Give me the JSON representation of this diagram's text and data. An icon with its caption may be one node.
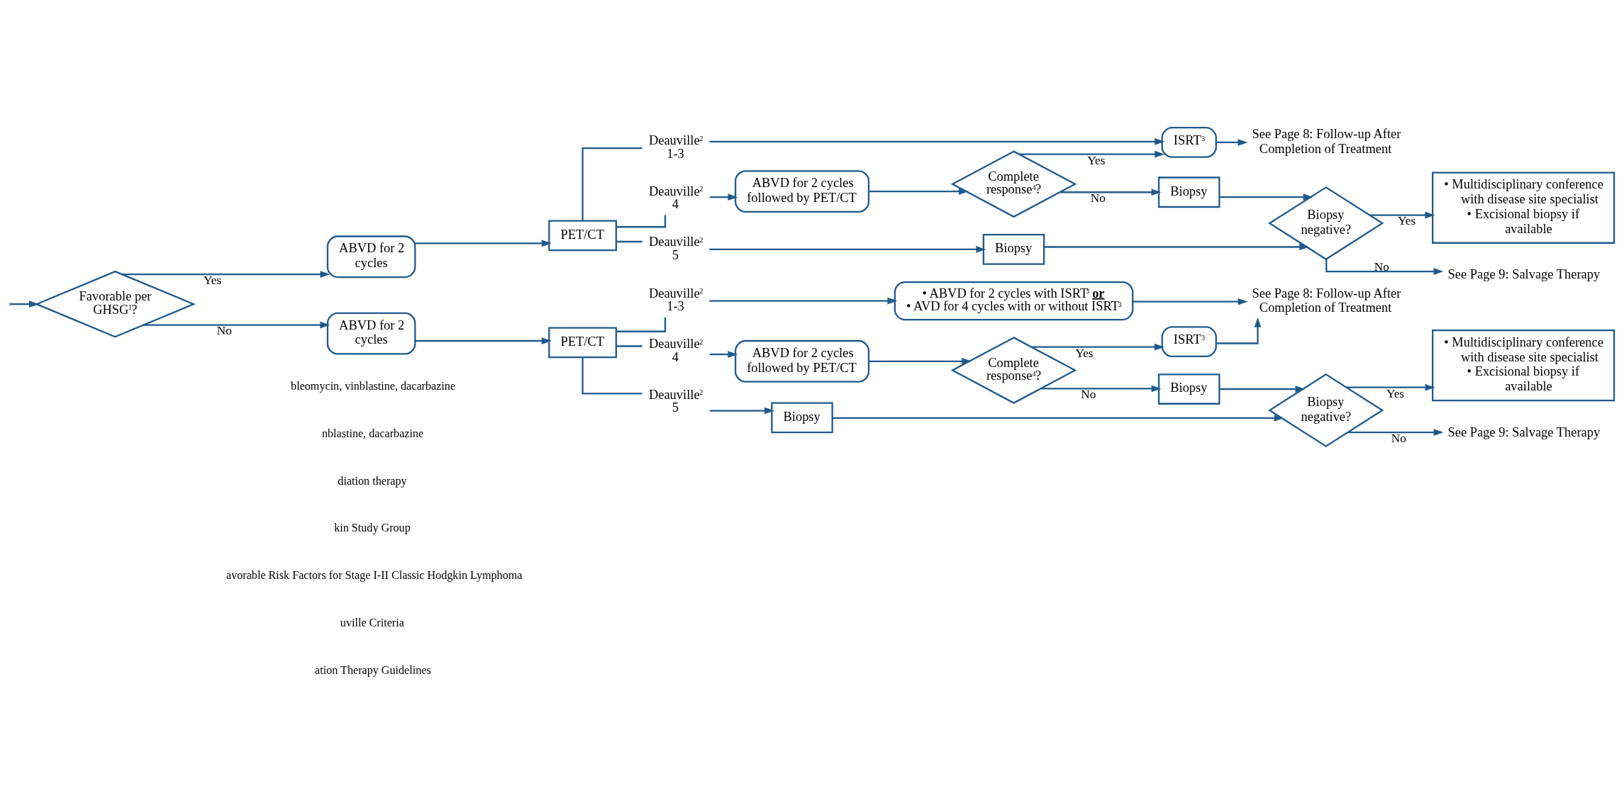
{
  "diagram": {
    "nodes": [
      {
        "text": [
          "Favorable per GHSG$^{1}$?"
        ]
      },
      {
        "text": [
          "ABVD for 2 cycles"
        ]
      },
      {
        "text": [
          "PET/CT"
        ]
      },
      {
        "text": [
          "Deauville$^{2}$ 1-3"
        ]
      },
      {
        "text": [
          "Deauville$^{2}$ 4"
        ]
      },
      {
        "text": [
          "Deauville$^{2}$ 5"
        ]
      },
      {
        "text": [
          "ISRT$^{3}$"
        ]
      },
      {
        "text": [
          "See Page 8: Follow-up After Completion of Treatment"
        ]
      },
      {
        "text": [
          "ABVD for 2 cycles followed by PET/CT"
        ]
      },
      {
        "text": [
          "Complete response$^{4}$?"
        ]
      },
      {
        "text": [
          "Biopsy"
        ]
      },
      {
        "text": [
          "Biopsy"
        ]
      },
      {
        "text": [
          "Biopsy negative?"
        ]
      },
      {
        "text": [
          "• Multidisciplinary conference with disease site specialist",
          "• Excisional biopsy if available"
        ]
      },
      {
        "text": [
          "See Page 9: Salvage Therapy"
        ]
      },
      {
        "text": [
          "ABVD for 2 cycles"
        ]
      },
      {
        "text": [
          "PET/CT"
        ]
      },
      {
        "text": [
          "Deauville$^{2}$ 1-3"
        ]
      },
      {
        "text": [
          "Deauville$^{2}$ 4"
        ]
      },
      {
        "text": [
          "Deauville$^{2}$ 5"
        ]
      },
      {
        "text": [
          "• ABVD for 2 cycles with ISRT$^{3}$ **or**",
          "• AVD for 4 cycles with or without ISRT$^{3}$"
        ]
      },
      {
        "text": [
          "See Page 8: Follow-up After Completion of Treatment"
        ]
      },
      {
        "text": [
          "ABVD for 2 cycles followed by PET/CT"
        ]
      },
      {
        "text": [
          "Complete response$^{4}$?"
        ]
      },
      {
        "text": [
          "ISRT$^{3}$"
        ]
      },
      {
        "text": [
          "Biopsy"
        ]
      },
      {
        "text": [
          "Biopsy"
        ]
      },
      {
        "text": [
          "Biopsy negative?"
        ]
      },
      {
        "text": [
          "• Multidisciplinary conference with disease site specialist",
          "• Excisional biopsy if available"
        ]
      },
      {
        "text": [
          "See Page 9: Salvage Therapy"
        ]
      }
    ],
    "edges": [
      {
        "from": null,
        "to": 0,
        "arrow": "to"
      },
      {
        "from": 0,
        "to": 1,
        "arrow": "to",
        "label": "Yes"
      },
      {
        "from": 0,
        "to": 15,
        "arrow": "to",
        "label": "No"
      },
      {
        "from": 1,
        "to": 2,
        "arrow": "to"
      },
      {
        "from": 2,
        "to": 3,
        "arrow": "none"
      },
      {
        "from": 2,
        "to": 4,
        "arrow": "none"
      },
      {
        "from": 2,
        "to": 5,
        "arrow": "none"
      },
      {
        "from": 3,
        "to": 6,
        "arrow": "to"
      },
      {
        "from": 6,
        "to": 7,
        "arrow": "to"
      },
      {
        "from": 4,
        "to": 8,
        "arrow": "to"
      },
      {
        "from": 8,
        "to": 9,
        "arrow": "to"
      },
      {
        "from": 9,
        "to": 6,
        "arrow": "to",
        "label": "Yes"
      },
      {
        "from": 9,
        "to": 10,
        "arrow": "to",
        "label": "No"
      },
      {
        "from": 10,
        "to": 12,
        "arrow": "to"
      },
      {
        "from": 5,
        "to": 11,
        "arrow": "to"
      },
      {
        "from": 11,
        "to": 12,
        "arrow": "to"
      },
      {
        "from": 12,
        "to": 13,
        "arrow": "to",
        "label": "Yes"
      },
      {
        "from": 12,
        "to": 14,
        "arrow": "to",
        "label": "No"
      },
      {
        "from": 15,
        "to": 16,
        "arrow": "to"
      },
      {
        "from": 16,
        "to": 17,
        "arrow": "none"
      },
      {
        "from": 16,
        "to": 18,
        "arrow": "none"
      },
      {
        "from": 16,
        "to": 19,
        "arrow": "none"
      },
      {
        "from": 17,
        "to": 20,
        "arrow": "to"
      },
      {
        "from": 20,
        "to": 21,
        "arrow": "to"
      },
      {
        "from": 18,
        "to": 22,
        "arrow": "to"
      },
      {
        "from": 22,
        "to": 23,
        "arrow": "to"
      },
      {
        "from": 23,
        "to": 24,
        "arrow": "to",
        "label": "Yes"
      },
      {
        "from": 23,
        "to": 25,
        "arrow": "to",
        "label": "No"
      },
      {
        "from": 24,
        "to": 21,
        "arrow": "to"
      },
      {
        "from": 25,
        "to": 27,
        "arrow": "to"
      },
      {
        "from": 19,
        "to": 26,
        "arrow": "to"
      },
      {
        "from": 26,
        "to": 27,
        "arrow": "to"
      },
      {
        "from": 27,
        "to": 28,
        "arrow": "to",
        "label": "Yes"
      },
      {
        "from": 27,
        "to": 29,
        "arrow": "to",
        "label": "No"
      }
    ],
    "labels": [
      "bleomycin, vinblastine, dacarbazine",
      "nblastine, dacarbazine",
      "diation therapy",
      "kin Study Group",
      "avorable Risk Factors for Stage I-II Classic Hodgkin Lymphoma",
      "uville Criteria",
      "ation Therapy Guidelines"
    ]
  }
}
